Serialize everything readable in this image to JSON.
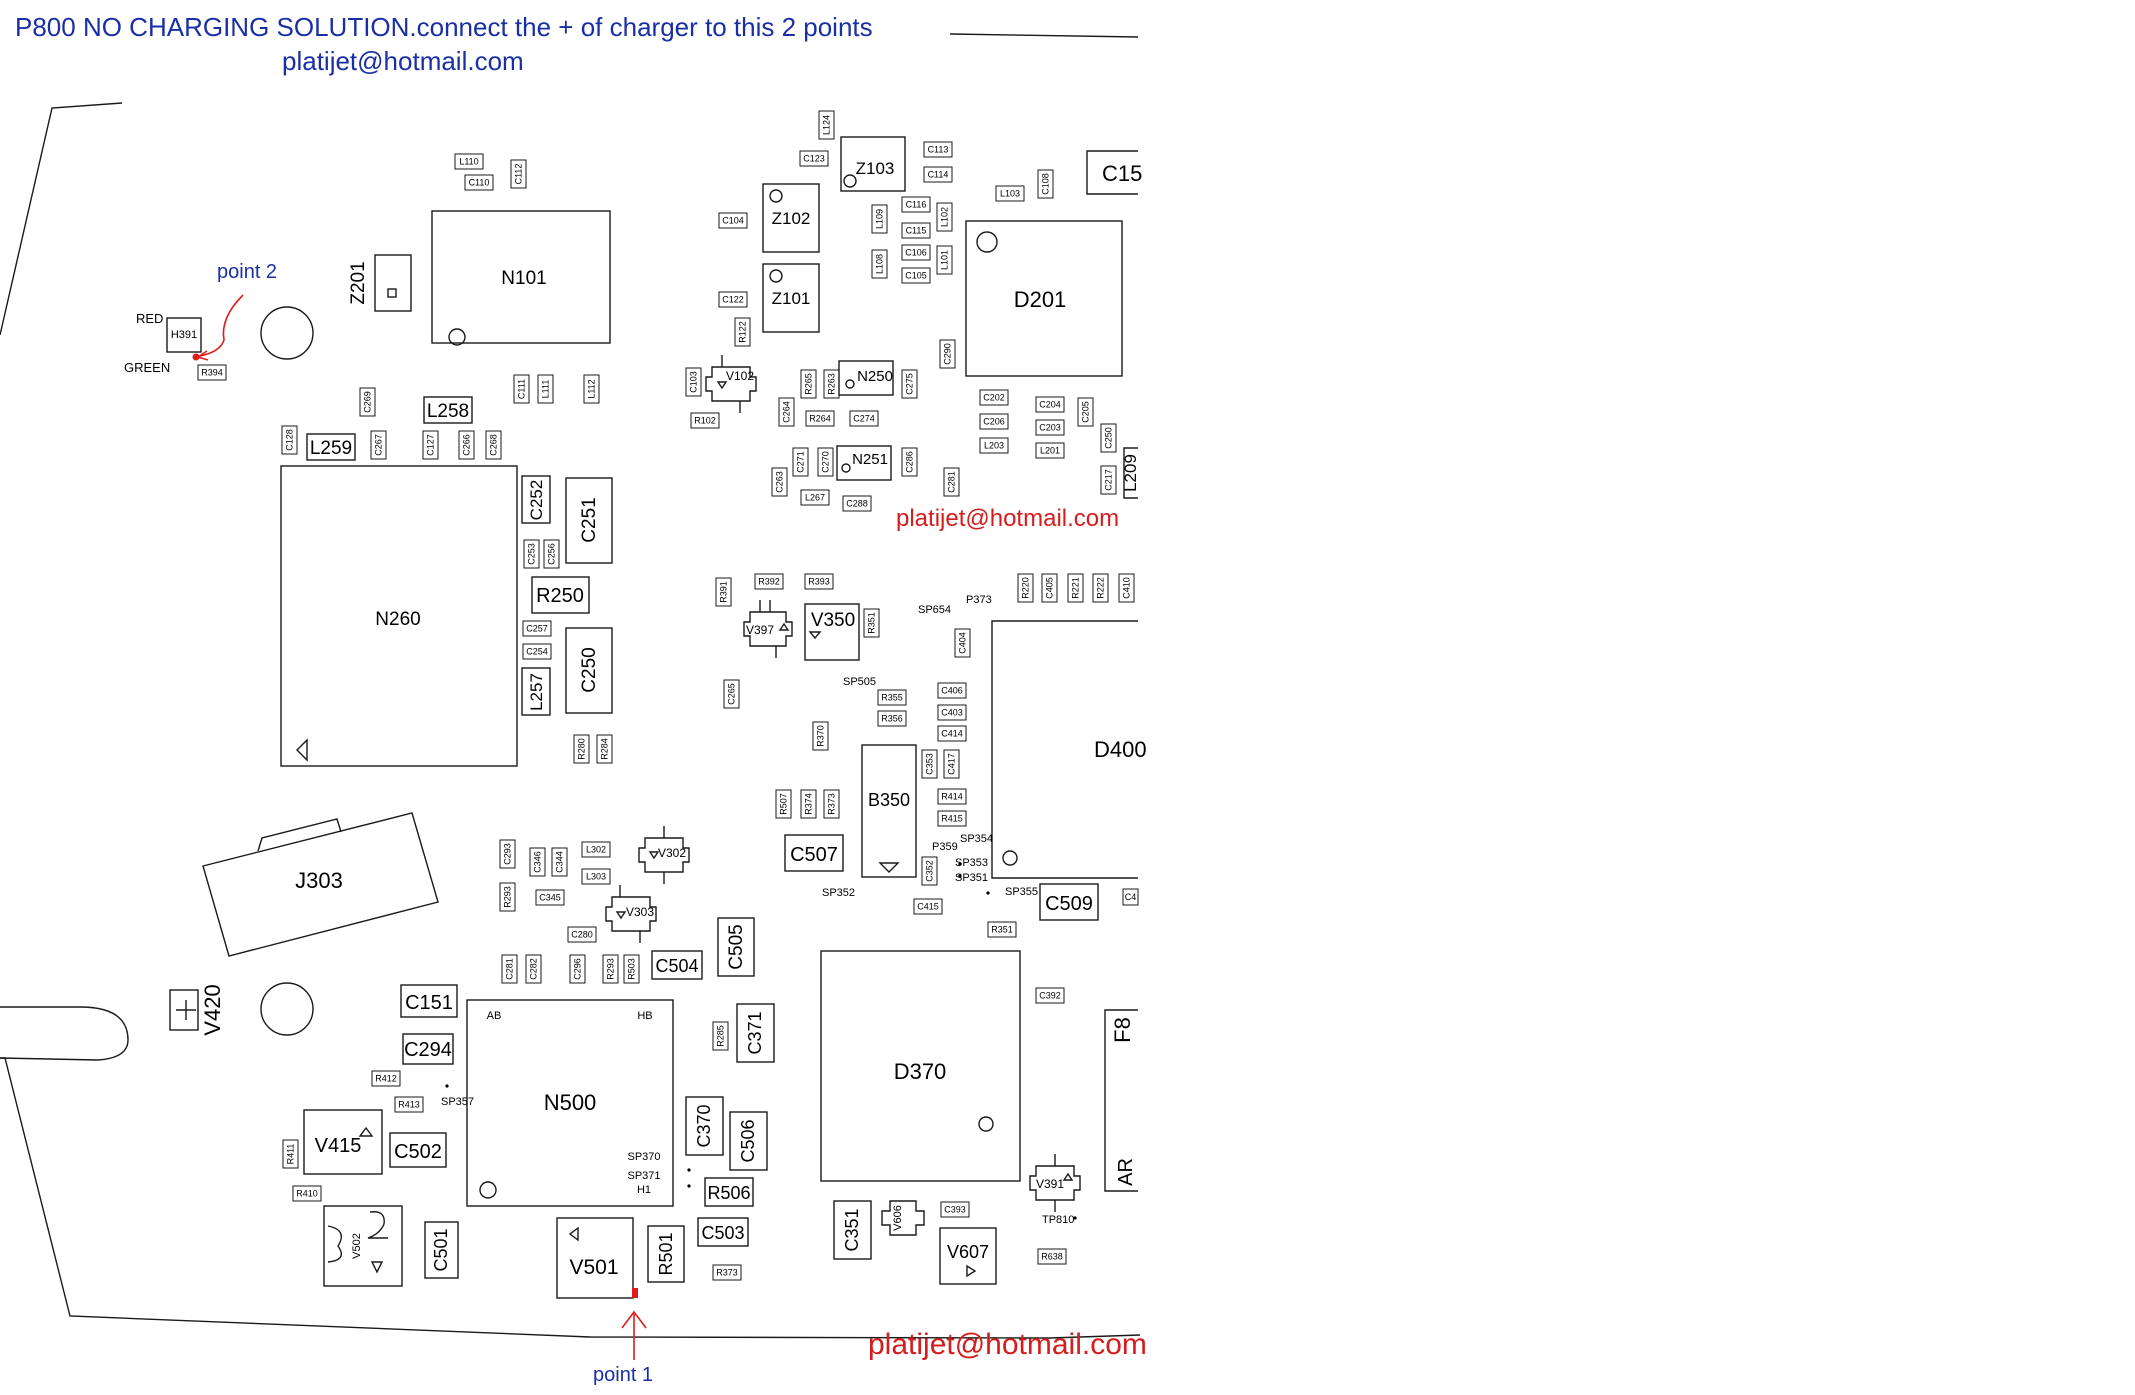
{
  "header": {
    "title": "P800 NO CHARGING SOLUTION.connect the + of charger to this 2 points",
    "subtitle": "platijet@hotmail.com"
  },
  "watermarks": {
    "middle": "platijet@hotmail.com",
    "bottom": "platijet@hotmail.com"
  },
  "markers": {
    "point1": "point 1",
    "point2": "point 2",
    "red": "RED",
    "green": "GREEN",
    "marker_color": "#e01b1b",
    "text_color": "#1a2fa6",
    "watermark_color": "#d61c1c"
  },
  "components": {
    "N101": "N101",
    "N260": "N260",
    "N500": "N500",
    "D201": "D201",
    "D370": "D370",
    "D400": "D400",
    "J303": "J303",
    "B350": "B350",
    "Z101": "Z101",
    "Z102": "Z102",
    "Z103": "Z103",
    "Z201": "Z201",
    "V350": "V350",
    "V501": "V501",
    "V415": "V415",
    "V607": "V607",
    "V420": "V420",
    "V102": "V102",
    "V397": "V397",
    "V302": "V302",
    "V303": "V303",
    "V391": "V391",
    "V606": "V606",
    "V502": "V502",
    "H391": "H391",
    "N250": "N250",
    "N251": "N251",
    "C251": "C251",
    "C252": "C252",
    "C250": "C250",
    "L257": "L257",
    "L258": "L258",
    "L259": "L259",
    "R250": "R250",
    "C507": "C507",
    "C509": "C509",
    "C505": "C505",
    "C504": "C504",
    "C151": "C151",
    "C294": "C294",
    "C502": "C502",
    "C501": "C501",
    "C503": "C503",
    "C506": "C506",
    "C370": "C370",
    "C371": "C371",
    "C351": "C351",
    "R506": "R506",
    "R501": "R501",
    "C15": "C15",
    "F8": "F8",
    "L209": "L209",
    "AB": "AB",
    "HB": "HB",
    "H1": "H1",
    "AR": "AR"
  },
  "small_labels": {
    "L110": "L110",
    "C110": "C110",
    "C112": "C112",
    "C123": "C123",
    "L124": "L124",
    "C113": "C113",
    "C114": "C114",
    "C104": "C104",
    "C116": "C116",
    "C115": "C115",
    "C106": "C106",
    "C105": "C105",
    "L103": "L103",
    "C108": "C108",
    "L102": "L102",
    "L101": "L101",
    "L109": "L109",
    "L108": "L108",
    "C122": "C122",
    "R122": "R122",
    "C103": "C103",
    "R102": "R102",
    "C290": "C290",
    "R265": "R265",
    "R263": "R263",
    "C264": "C264",
    "R264": "R264",
    "C274": "C274",
    "C275": "C275",
    "C202": "C202",
    "C206": "C206",
    "C204": "C204",
    "C203": "C203",
    "L203": "L203",
    "L201": "L201",
    "C205": "C205",
    "C250s": "C250",
    "C217": "C217",
    "C271": "C271",
    "C270": "C270",
    "C263": "C263",
    "L267": "L267",
    "C288": "C288",
    "C281": "C281",
    "C111": "C111",
    "L111": "L111",
    "L112": "L112",
    "C269": "C269",
    "C128": "C128",
    "C267": "C267",
    "C127": "C127",
    "C266": "C266",
    "C268": "C268",
    "C253": "C253",
    "C256": "C256",
    "C257": "C257",
    "C254": "C254",
    "R280": "R280",
    "R284": "R284",
    "R391": "R391",
    "R392": "R392",
    "R393": "R393",
    "R351": "R351",
    "SP654": "SP654",
    "P373": "P373",
    "C404": "C404",
    "R220": "R220",
    "C405": "C405",
    "R221": "R221",
    "R222": "R222",
    "C410": "C410",
    "C265": "C265",
    "SP505": "SP505",
    "R355": "R355",
    "R356": "R356",
    "C406": "C406",
    "C403": "C403",
    "C414": "C414",
    "R370": "R370",
    "C353": "C353",
    "C417": "C417",
    "R507": "R507",
    "R374": "R374",
    "R373": "R373",
    "R414": "R414",
    "R415": "R415",
    "P359": "P359",
    "SP354": "SP354",
    "SP353": "SP353",
    "SP351": "SP351",
    "C352": "C352",
    "SP352": "SP352",
    "C415": "C415",
    "SP355": "SP355",
    "R351b": "R351",
    "C4": "C4",
    "C293": "C293",
    "C346": "C346",
    "C344": "C344",
    "L302": "L302",
    "L303": "L303",
    "R293": "R293",
    "C345": "C345",
    "C280": "C280",
    "C281b": "C281",
    "C282": "C282",
    "C296": "C296",
    "R293b": "R293",
    "R503": "R503",
    "R285": "R285",
    "C392": "C392",
    "R412": "R412",
    "R413": "R413",
    "SP357": "SP357",
    "R411": "R411",
    "R410": "R410",
    "SP370": "SP370",
    "SP371": "SP371",
    "C393": "C393",
    "TP810": "TP810",
    "R638": "R638",
    "R373b": "R373",
    "R394": "R394",
    "C286": "C286"
  }
}
